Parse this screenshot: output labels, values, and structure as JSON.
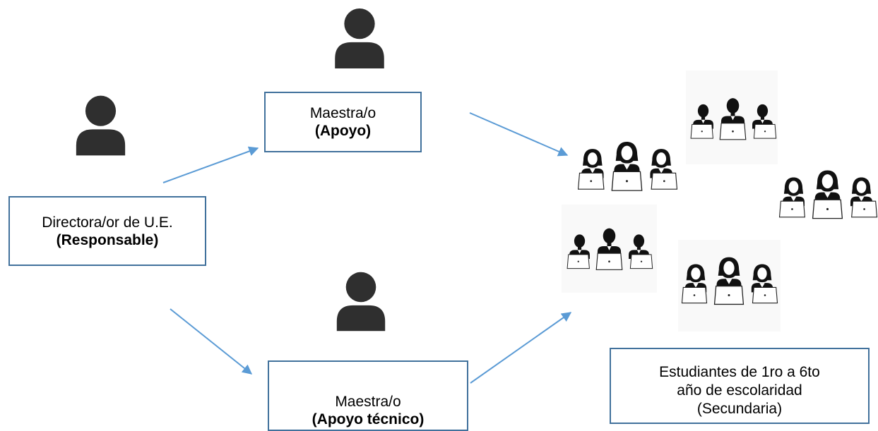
{
  "director": {
    "line1": "Directora/or de U.E.",
    "line2": "(Responsable)"
  },
  "support_teacher": {
    "line1": "Maestra/o",
    "line2": "(Apoyo)"
  },
  "technical_support_teacher": {
    "line1": "Maestra/o",
    "line2": "(Apoyo técnico)"
  },
  "students": {
    "line1": "Estudiantes de 1ro a 6to",
    "line2": "año de escolaridad",
    "line3": "(Secundaria)"
  },
  "icons": {
    "person": "person-icon",
    "student_group": "students-laptops-icon"
  },
  "colors": {
    "arrow": "#5B9BD5",
    "box_border": "#41719C",
    "icon": "#2F2F2F"
  }
}
